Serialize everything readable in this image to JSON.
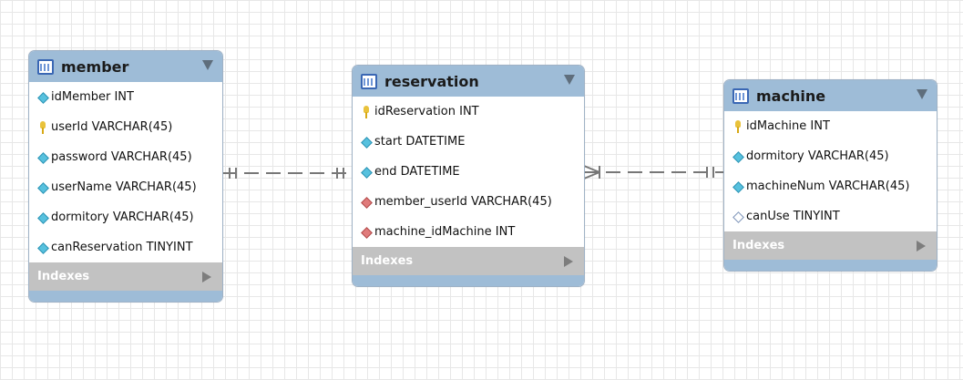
{
  "diagram": {
    "tables": [
      {
        "name": "member",
        "columns": [
          {
            "label": "idMember INT",
            "key": "indexed"
          },
          {
            "label": "userId VARCHAR(45)",
            "key": "primary"
          },
          {
            "label": "password VARCHAR(45)",
            "key": "indexed"
          },
          {
            "label": "userName VARCHAR(45)",
            "key": "indexed"
          },
          {
            "label": "dormitory VARCHAR(45)",
            "key": "indexed"
          },
          {
            "label": "canReservation TINYINT",
            "key": "indexed"
          }
        ],
        "indexes_label": "Indexes"
      },
      {
        "name": "reservation",
        "columns": [
          {
            "label": "idReservation INT",
            "key": "primary"
          },
          {
            "label": "start DATETIME",
            "key": "indexed"
          },
          {
            "label": "end DATETIME",
            "key": "indexed"
          },
          {
            "label": "member_userId VARCHAR(45)",
            "key": "foreign"
          },
          {
            "label": "machine_idMachine INT",
            "key": "foreign"
          }
        ],
        "indexes_label": "Indexes"
      },
      {
        "name": "machine",
        "columns": [
          {
            "label": "idMachine INT",
            "key": "primary"
          },
          {
            "label": "dormitory VARCHAR(45)",
            "key": "indexed"
          },
          {
            "label": "machineNum VARCHAR(45)",
            "key": "indexed"
          },
          {
            "label": "canUse TINYINT",
            "key": "nullable"
          }
        ],
        "indexes_label": "Indexes"
      }
    ],
    "relationships": [
      {
        "from": "member",
        "to": "reservation",
        "from_cardinality": "one",
        "to_cardinality": "one",
        "line": "dashed"
      },
      {
        "from": "machine",
        "to": "reservation",
        "from_cardinality": "one",
        "to_cardinality": "many",
        "line": "dashed"
      }
    ],
    "colors": {
      "header": "#9ebcd7",
      "indexes_bar": "#c2c2c2",
      "connector": "#777777",
      "primary_key": "#e9c23b",
      "indexed": "#57c1de",
      "foreign_key": "#e07b7b"
    }
  }
}
